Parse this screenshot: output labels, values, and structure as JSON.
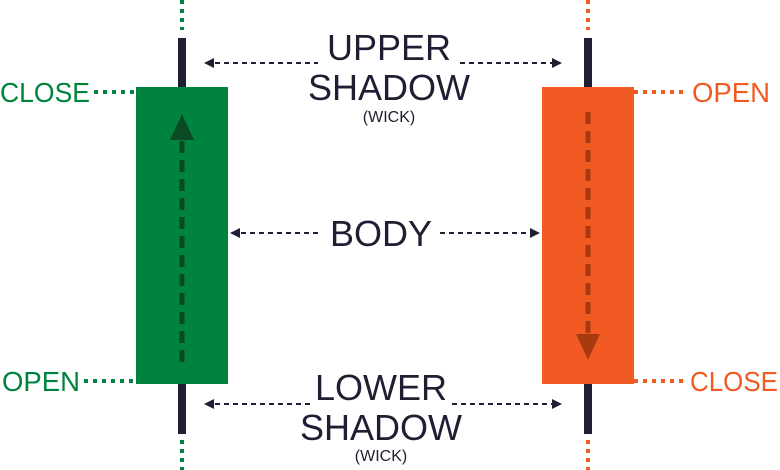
{
  "labels": {
    "close_left": "CLOSE",
    "open_left": "OPEN",
    "open_right": "OPEN",
    "close_right": "CLOSE",
    "upper_line1": "UPPER",
    "upper_line2": "SHADOW",
    "upper_wick": "(WICK)",
    "body": "BODY",
    "lower_line1": "LOWER",
    "lower_line2": "SHADOW",
    "lower_wick": "(WICK)"
  },
  "colors": {
    "bullish": "#00843d",
    "bearish": "#f15a22",
    "ink": "#1f1f33",
    "bullish_arrow": "#0b4a24",
    "bearish_arrow": "#a83a12"
  }
}
